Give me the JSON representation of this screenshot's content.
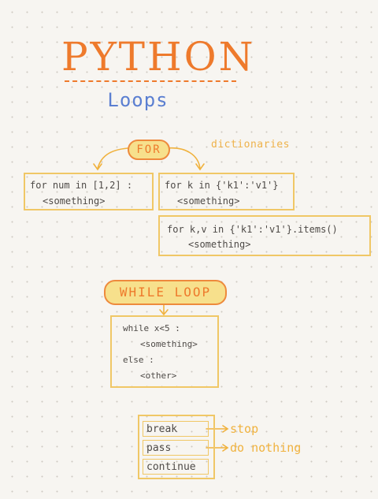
{
  "title": "PYTHON",
  "subtitle": "Loops",
  "for_section": {
    "label": "FOR",
    "note": "dictionaries",
    "list_box": {
      "line1": "for num in [1,2] :",
      "line2": "<something>"
    },
    "dict_box": {
      "line1": "for k in {'k1':'v1'}",
      "line2": "<something>"
    },
    "items_box": {
      "line1": "for k,v in {'k1':'v1'}.items()",
      "line2": "<something>"
    }
  },
  "while_section": {
    "label": "WHILE LOOP",
    "lines": [
      "while x<5 :",
      "<something>",
      "else :",
      "<other>"
    ]
  },
  "keywords": {
    "items": [
      "break",
      "pass",
      "continue"
    ],
    "break_note": "stop",
    "pass_note": "do nothing"
  },
  "colors": {
    "title_orange": "#ee7a2c",
    "subtitle_blue": "#5b7fd1",
    "box_yellow": "#f0c766",
    "pill_fill": "#f7e08c",
    "note_yellow": "#f0b23e"
  }
}
